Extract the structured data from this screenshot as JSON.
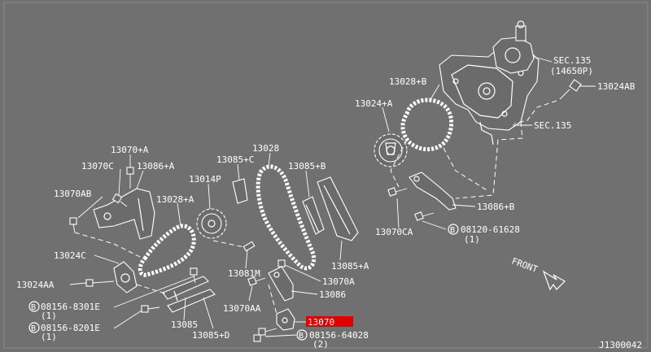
{
  "colors": {
    "background": "#707070",
    "line": "#ffffff",
    "highlight": "#e00000"
  },
  "labels": {
    "sec135_a": "SEC.135",
    "sec135_a_sub": "(14650P)",
    "l13028b": "13028+B",
    "l13024ab": "13024AB",
    "l13024a": "13024+A",
    "sec135_b": "SEC.135",
    "l13070a_top": "13070+A",
    "l13070c": "13070C",
    "l13086a": "13086+A",
    "l13085c": "13085+C",
    "l13028": "13028",
    "l13085b": "13085+B",
    "l13014p": "13014P",
    "l13070ab": "13070AB",
    "l13028a": "13028+A",
    "l13086b": "13086+B",
    "l13070ca": "13070CA",
    "bolt_08120": "08120-61628",
    "bolt_08120_qty": "(1)",
    "l13024c": "13024C",
    "front": "FRONT",
    "l13081m": "13081M",
    "l13070a_low": "13070A",
    "l13085a": "13085+A",
    "l13024aa": "13024AA",
    "l13086": "13086",
    "bolt_8301": "08156-8301E",
    "bolt_8301_qty": "(1)",
    "l13070aa": "13070AA",
    "l13085": "13085",
    "bolt_8201": "08156-8201E",
    "bolt_8201_qty": "(1)",
    "l13085d": "13085+D",
    "l13070_highlight": "13070",
    "bolt_64028": "08156-64028",
    "bolt_64028_qty": "(2)",
    "bolt_marker": "B",
    "diagram_id": "J1300042"
  }
}
